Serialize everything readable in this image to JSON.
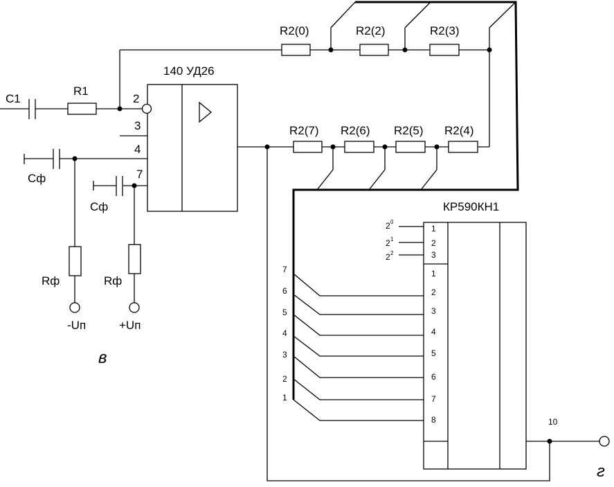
{
  "opamp": {
    "name": "140 УД26",
    "pins": {
      "inv": "2",
      "p3": "3",
      "p4": "4",
      "p7": "7"
    }
  },
  "components": {
    "c1": "C1",
    "r1": "R1",
    "cf": "Cф",
    "rf": "Rф",
    "minus_supply": "-Uп",
    "plus_supply": "+Uп",
    "r2_0": "R2(0)",
    "r2_2": "R2(2)",
    "r2_3": "R2(3)",
    "r2_4": "R2(4)",
    "r2_5": "R2(5)",
    "r2_6": "R2(6)",
    "r2_7": "R2(7)"
  },
  "mux": {
    "name": "КР590КН1",
    "addr_labels": [
      {
        "base": "2",
        "exp": "0",
        "pin": "1"
      },
      {
        "base": "2",
        "exp": "1",
        "pin": "2"
      },
      {
        "base": "2",
        "exp": "2",
        "pin": "3"
      }
    ],
    "inputs": [
      "1",
      "2",
      "3",
      "4",
      "5",
      "6",
      "7",
      "8"
    ],
    "output_pin": "10"
  },
  "bus_labels": [
    "7",
    "6",
    "5",
    "4",
    "3",
    "2",
    "1"
  ],
  "panel_labels": {
    "left": "в",
    "right": "г"
  },
  "colors": {
    "line": "#000000",
    "background": "#ffffff"
  }
}
